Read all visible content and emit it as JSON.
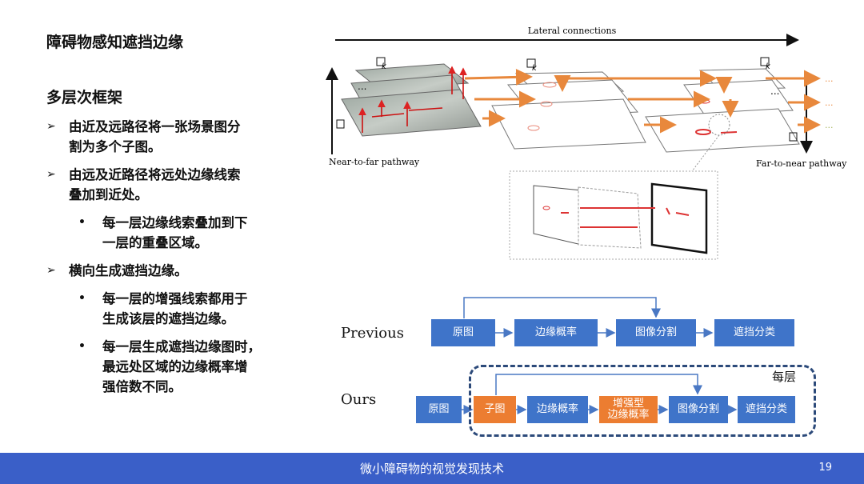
{
  "slide": {
    "title": "障碍物感知遮挡边缘",
    "subtitle": "多层次框架",
    "bullets": [
      {
        "text": "由近及远路径将一张场景图分割为多个子图。",
        "lines": [
          "由近及远路径将一张场景图分",
          "割为多个子图。"
        ]
      },
      {
        "text": "由远及近路径将远处边缘线索叠加到近处。",
        "lines": [
          "由远及近路径将远处边缘线索",
          "叠加到近处。"
        ]
      },
      {
        "text": "每一层边缘线索叠加到下一层的重叠区域。",
        "lines": [
          "每一层边缘线索叠加到下",
          "一层的重叠区域。"
        ]
      },
      {
        "text": "横向生成遮挡边缘。",
        "lines": [
          "横向生成遮挡边缘。"
        ]
      },
      {
        "text": "每一层的增强线索都用于生成该层的遮挡边缘。",
        "lines": [
          "每一层的增强线索都用于",
          "生成该层的遮挡边缘。"
        ]
      },
      {
        "text": "每一层生成遮挡边缘图时，最远处区域的边缘概率增强倍数不同。",
        "lines": [
          "每一层生成遮挡边缘图时，",
          "最远处区域的边缘概率增",
          "强倍数不同。"
        ]
      }
    ],
    "markers": {
      "level1": "➢",
      "level2": "•"
    }
  },
  "diagram": {
    "lateral": "Lateral connections",
    "near_to_far": "Near-to-far pathway",
    "far_to_near": "Far-to-near pathway",
    "k_label": "k",
    "dots": "..."
  },
  "flow": {
    "previous_label": "Previous",
    "ours_label": "Ours",
    "previous_steps": [
      "原图",
      "边缘概率",
      "图像分割",
      "遮挡分类"
    ],
    "ours_steps": [
      "原图",
      "子图",
      "边缘概率",
      "增强型\n边缘概率",
      "图像分割",
      "遮挡分类"
    ],
    "ours_step_5": [
      "增强型",
      "边缘概率"
    ],
    "each_layer": "每层"
  },
  "footer": {
    "text": "微小障碍物的视觉发现技术",
    "page": "19"
  },
  "colors": {
    "blue": "#3f74c9",
    "orange": "#ec7d31",
    "footer": "#3a5fc8",
    "arrow_orange": "#e8883c"
  }
}
